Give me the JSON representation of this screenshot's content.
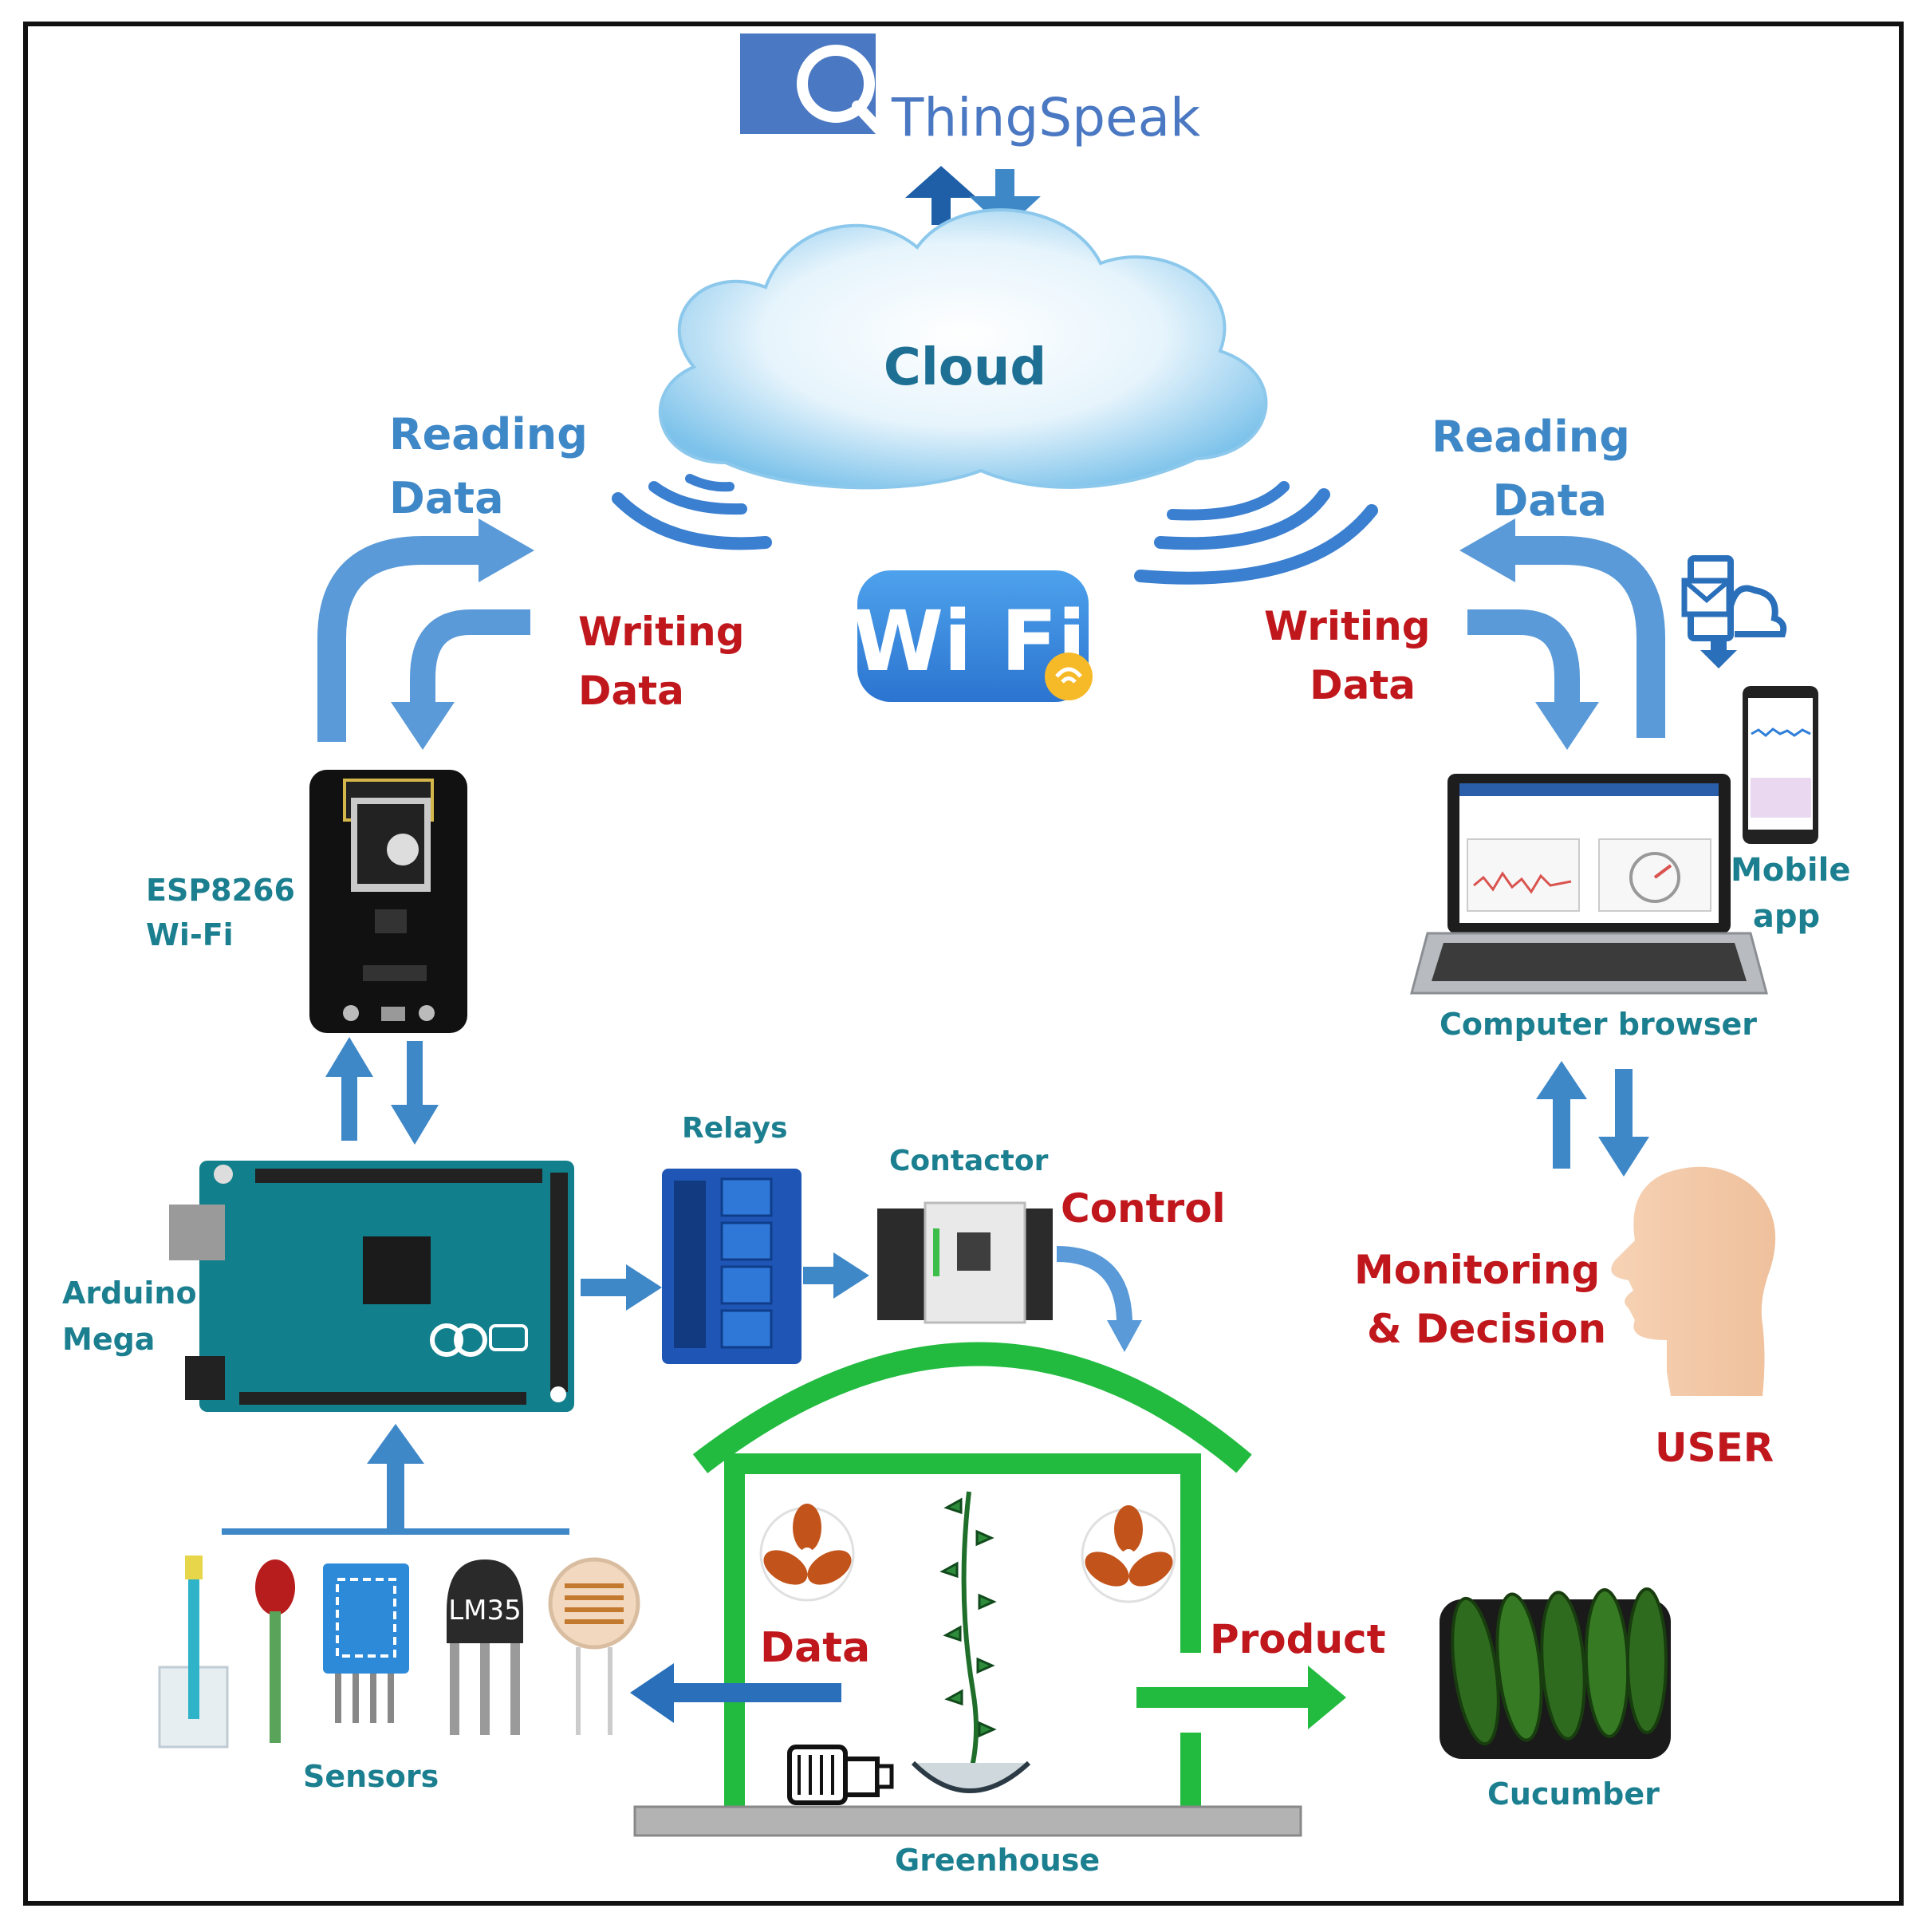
{
  "cloud": {
    "label": "Cloud"
  },
  "thingspeak": {
    "label": "ThingSpeak"
  },
  "wifi": {
    "label": "Wi Fi"
  },
  "left_flow": {
    "reading": [
      "Reading",
      "Data"
    ],
    "writing": [
      "Writing",
      "Data"
    ]
  },
  "right_flow": {
    "reading": [
      "Reading",
      "Data"
    ],
    "writing": [
      "Writing",
      "Data"
    ]
  },
  "components": {
    "esp": [
      "ESP8266",
      "Wi-Fi"
    ],
    "arduino": [
      "Arduino",
      "Mega"
    ],
    "relays": "Relays",
    "contactor": "Contactor",
    "control": "Control",
    "sensors": "Sensors",
    "greenhouse": "Greenhouse",
    "cucumber": "Cucumber",
    "computer": "Computer browser",
    "mobile": [
      "Mobile",
      "app"
    ],
    "monitoring": [
      "Monitoring",
      "& Decision"
    ],
    "user": "USER",
    "data": "Data",
    "product": "Product",
    "lm35": "LM35"
  },
  "colors": {
    "teal_label": "#1b7f90",
    "blue_label": "#3f88c8",
    "red_label": "#c0171d",
    "arrow_blue": "#3f88c8",
    "greenhouse_green": "#22bb3f",
    "fan_orange": "#c2531b",
    "board_teal": "#127f8c",
    "relay_blue": "#1f56b5"
  }
}
